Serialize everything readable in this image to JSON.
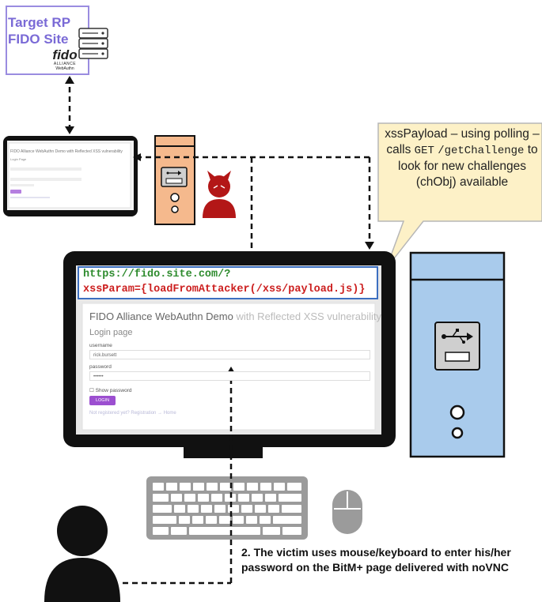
{
  "target_site": {
    "line1": "Target RP",
    "line2": "FIDO Site",
    "logo_word": "fido",
    "logo_alliance": "ALLIANCE",
    "logo_webauthn": "WebAuthn"
  },
  "callout": {
    "part1": "xssPayload – using polling – calls ",
    "code_get": "GET",
    "code_endpoint": "/getChallenge",
    "part2": " to look for new challenges (chObj) available"
  },
  "victim_browser": {
    "url_line1": "https://fido.site.com/?",
    "url_line2": "xssParam={loadFromAttacker(/xss/payload.js)}",
    "page_title": "FIDO Alliance WebAuthn Demo",
    "page_title_suffix": " with Reflected XSS vulnerability",
    "login_heading": "Login page",
    "username_label": "username",
    "username_value": "rick.bursett",
    "password_label": "password",
    "password_value": "••••••",
    "show_password_label": "Show password",
    "login_button": "LOGIN",
    "register_link": "Not registered yet? Registration → Home"
  },
  "attacker_screen": {
    "title": "FIDO Alliance WebAuthn Demo with Reflected XSS vulnerability",
    "login_heading": "Login Page"
  },
  "caption": {
    "text": "2. The victim uses mouse/keyboard to enter his/her password on the BitM+ page delivered with noVNC"
  },
  "colors": {
    "target_border": "#9a8ce0",
    "target_text": "#7a6ad6",
    "callout_fill": "#fdf1c7",
    "attacker_tower": "#f5b98d",
    "victim_tower": "#a9cbec",
    "devil_red": "#b31717",
    "url_green": "#2e8b2e",
    "url_red": "#cc1f1f",
    "login_button": "#9c4fd0"
  },
  "icons": [
    "server-icon",
    "usb-icon",
    "devil-icon",
    "person-icon",
    "keyboard-icon",
    "mouse-icon"
  ]
}
